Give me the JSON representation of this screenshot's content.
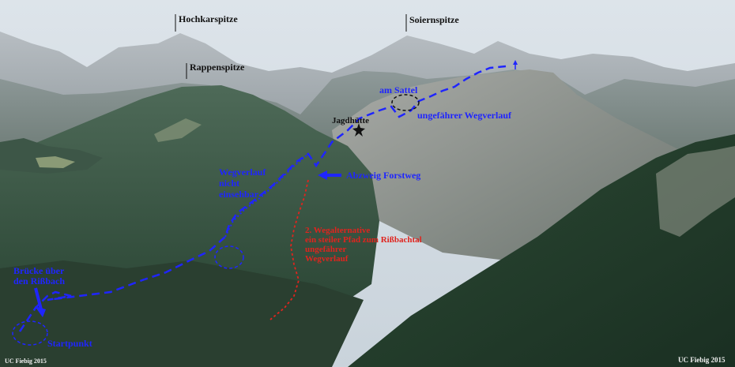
{
  "peaks": {
    "hochkarspitze": "Hochkarspitze",
    "soiernspitze": "Soiernspitze",
    "rappenspitze": "Rappenspitze"
  },
  "route_labels": {
    "am_sattel": "am Sattel",
    "jagdhuette": "Jagdhütte",
    "ungefaehrer_wegverlauf": "ungefährer Wegverlauf",
    "wegverlauf_nicht_einsehbar": [
      "Wegverlauf",
      "nicht",
      "einsehbar"
    ],
    "abzweig_forstweg": "Abzweig Forstweg",
    "bruecke": [
      "Brücke über",
      "den Rißbach"
    ],
    "startpunkt": "Startpunkt"
  },
  "alternative": {
    "lines": [
      "2. Wegalternative",
      "ein steiler Pfad zum Rißbachtal",
      "ungefährer",
      "Wegverlauf"
    ]
  },
  "credits": {
    "left": "UC Fiebig 2015",
    "right": "UC Fiebig 2015"
  },
  "colors": {
    "route": "#1f25ff",
    "alternative": "#e0241e",
    "sky": "#dfe6ec",
    "forest": "#1f3a2b"
  }
}
